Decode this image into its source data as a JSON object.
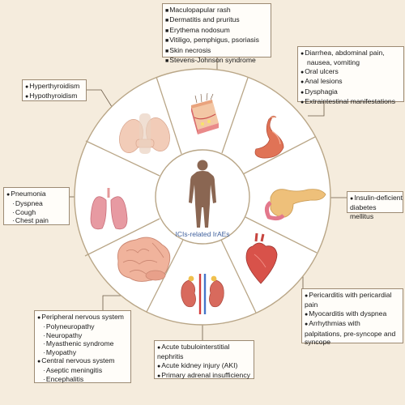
{
  "center_label": "ICIs-related IrAEs",
  "colors": {
    "ring_fill": "#ffffff",
    "ring_stroke": "#b9a687",
    "background": "#f5ecdd",
    "center_label_color": "#3e5f9c",
    "body_color": "#8a6652"
  },
  "skin": {
    "items": [
      "Maculopapular rash",
      "Dermatitis and pruritus",
      "Erythema nodosum",
      "Vitiligo, pemphigus, psoriasis",
      "Skin necrosis",
      "Stevens-Johnson syndrome"
    ]
  },
  "gi": {
    "items": [
      "Diarrhea, abdominal pain,",
      "nausea, vomiting",
      "Oral ulcers",
      "Anal lesions",
      "Dysphagia",
      "Extraintestinal manifestations"
    ]
  },
  "thyroid": {
    "items": [
      "Hyperthyroidism",
      "Hypothyroidism"
    ]
  },
  "lung": {
    "title": "Pneumonia",
    "subs": [
      "Dyspnea",
      "Cough",
      "Chest pain"
    ]
  },
  "pancreas": {
    "items": [
      "Insulin-deficient",
      "diabetes mellitus"
    ]
  },
  "heart": {
    "items": [
      "Pericarditis with pericardial",
      "pain",
      "Myocarditis with dyspnea",
      "Arrhythmias with",
      "palpitations, pre-syncope and",
      "syncope"
    ]
  },
  "kidney": {
    "items": [
      "Acute tubulointerstitial",
      "nephritis",
      "Acute kidney injury (AKI)",
      "Primary adrenal insufficiency"
    ]
  },
  "nervous": {
    "pns": "Peripheral nervous system",
    "pns_subs": [
      "Polyneuropathy",
      "Neuropathy",
      "Myasthenic syndrome",
      "Myopathy"
    ],
    "cns": "Central nervous system",
    "cns_subs": [
      "Aseptic meningitis",
      "Encephalitis"
    ]
  }
}
